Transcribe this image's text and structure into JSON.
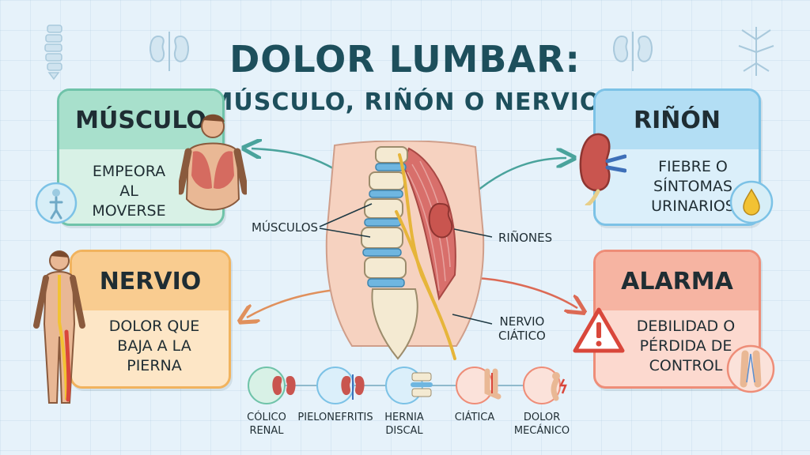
{
  "title": {
    "line1": "DOLOR LUMBAR:",
    "line2": "MÚSCULO, RIÑÓN O NERVIO"
  },
  "cards": {
    "musculo": {
      "title": "MÚSCULO",
      "text1": "EMPEORA",
      "text2": "AL MOVERSE"
    },
    "rinon": {
      "title": "RIÑÓN",
      "text1": "FIEBRE O",
      "text2": "SÍNTOMAS",
      "text3": "URINARIOS"
    },
    "nervio": {
      "title": "NERVIO",
      "text1": "DOLOR QUE",
      "text2": "BAJA A LA",
      "text3": "PIERNA"
    },
    "alarma": {
      "title": "ALARMA",
      "text1": "DEBILIDAD O",
      "text2": "PÉRDIDA DE",
      "text3": "CONTROL"
    }
  },
  "labels": {
    "musculos": "MÚSCULOS",
    "rinones": "RIÑONES",
    "nervio1": "NERVIO",
    "nervio2": "CIÁTICO"
  },
  "conditions": [
    {
      "line1": "CÓLICO",
      "line2": "RENAL",
      "icon": "kidney-icon"
    },
    {
      "line1": "PIELONEFRITIS",
      "line2": "",
      "icon": "kidney-icon"
    },
    {
      "line1": "HERNIA",
      "line2": "DISCAL",
      "icon": "spine-disc-icon"
    },
    {
      "line1": "CIÁTICA",
      "line2": "",
      "icon": "leg-icon"
    },
    {
      "line1": "DOLOR",
      "line2": "MECÁNICO",
      "icon": "back-pain-icon"
    }
  ],
  "colors": {
    "title": "#1d4f5c",
    "musculo": "#6fc3a9",
    "rinon": "#7cc2e6",
    "nervio": "#f1b35e",
    "alarma": "#ee8d78",
    "alarma_icon": "#d9473b"
  }
}
